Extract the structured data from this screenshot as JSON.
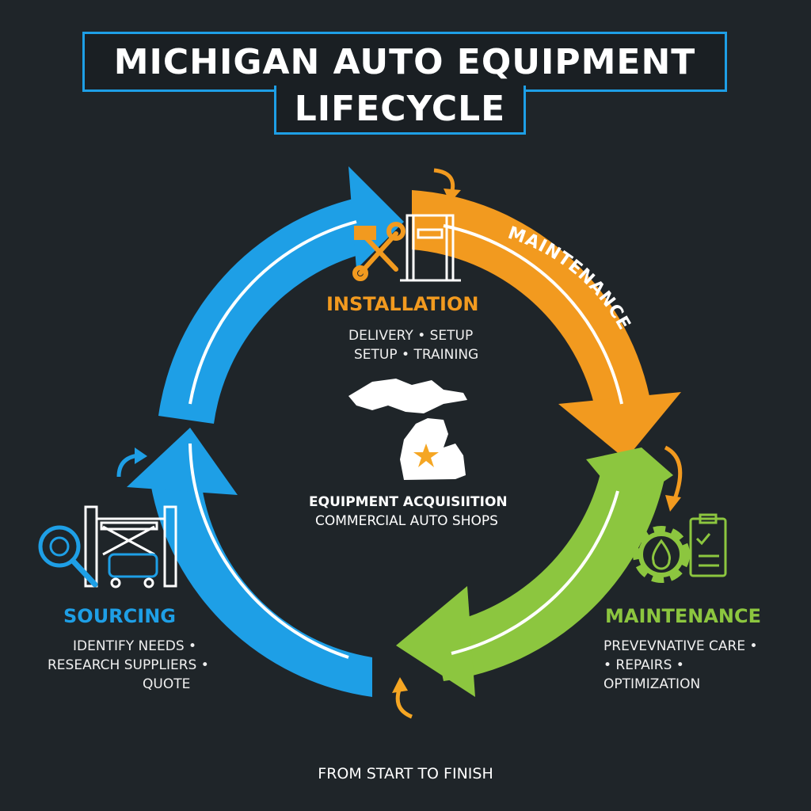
{
  "title": {
    "line1": "MICHIGAN AUTO EQUIPMENT",
    "line2": "LIFECYCLE"
  },
  "arc_label": "MAINTENANCE",
  "installation": {
    "heading": "INSTALLATION",
    "line1": "DELIVERY • SETUP",
    "line2": "SETUP • TRAINING",
    "color": "#f29a1f"
  },
  "center": {
    "line1": "EQUIPMENT ACQUISIITION",
    "line2": "COMMERCIAL AUTO SHOPS"
  },
  "sourcing": {
    "heading": "SOURCING",
    "line1": "IDENTIFY NEEDS •",
    "line2": "RESEARCH SUPPLIERS •",
    "line3": "QUOTE",
    "color": "#1e9fe6"
  },
  "maintenance": {
    "heading": "MAINTENANCE",
    "line1": "PREVEVNATIVE CARE •",
    "line2": "• REPAIRS •",
    "line3": "OPTIMIZATION",
    "color": "#8cc63f"
  },
  "footer": "FROM START TO FINISH",
  "icons": {
    "installation": "wrench-hammer-lift-icon",
    "sourcing": "lift-compressor-magnifier-icon",
    "maintenance": "gear-oil-clipboard-icon",
    "center": "michigan-map-star-icon"
  }
}
